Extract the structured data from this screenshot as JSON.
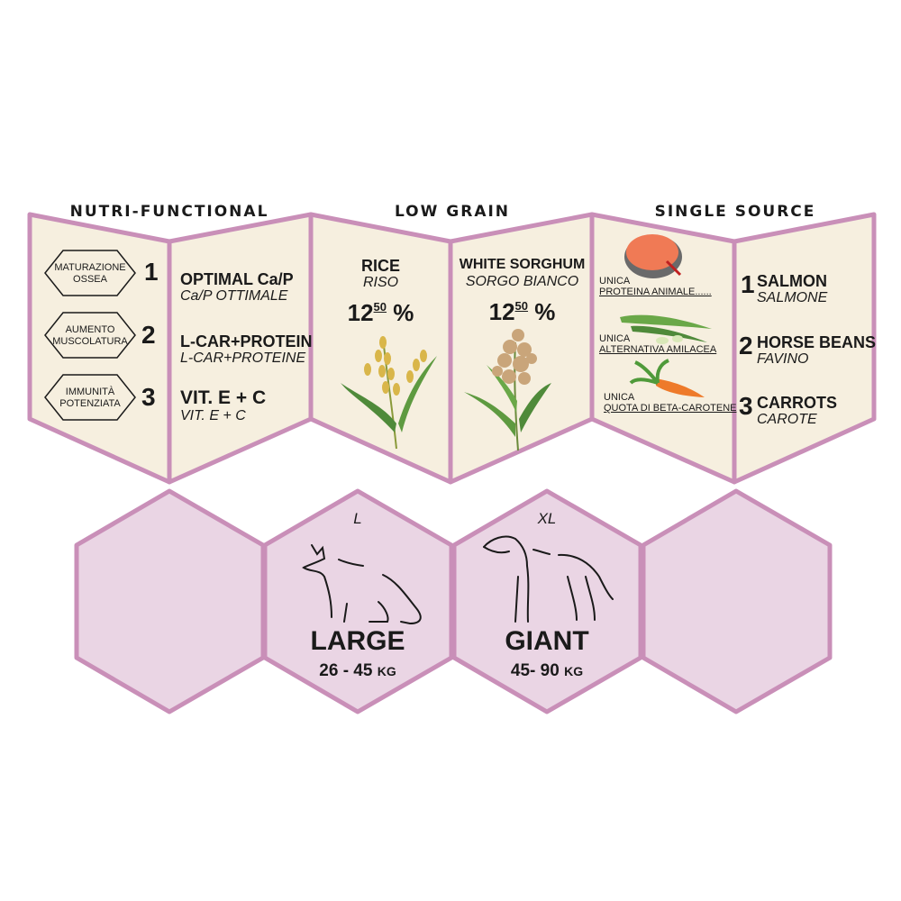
{
  "colors": {
    "border": "#c98fb8",
    "panel": "#f6efdf",
    "hex_fill": "#ead5e4"
  },
  "sections": {
    "nutri": "NUTRI-FUNCTIONAL",
    "grain": "LOW GRAIN",
    "single": "SINGLE SOURCE"
  },
  "nutri": {
    "badges": [
      {
        "label1": "MATURAZIONE",
        "label2": "OSSEA",
        "num": "1"
      },
      {
        "label1": "AUMENTO",
        "label2": "MUSCOLATURA",
        "num": "2"
      },
      {
        "label1": "IMMUNITÀ",
        "label2": "POTENZIATA",
        "num": "3"
      }
    ],
    "items": [
      {
        "en": "OPTIMAL Ca/P",
        "it": "Ca/P OTTIMALE"
      },
      {
        "en": "L-CAR+PROTEIN",
        "it": "L-CAR+PROTEINE"
      },
      {
        "en": "VIT. E + C",
        "it": "VIT. E + C"
      }
    ]
  },
  "grain": [
    {
      "en": "RICE",
      "it": "RISO",
      "int": "12",
      "dec": "50",
      "unit": "%",
      "icon": "rice-plant-icon"
    },
    {
      "en": "WHITE SORGHUM",
      "it": "SORGO BIANCO",
      "int": "12",
      "dec": "50",
      "unit": "%",
      "icon": "sorghum-plant-icon"
    }
  ],
  "single": {
    "unica": [
      {
        "l1": "UNICA",
        "l2": "PROTEINA ANIMALE......",
        "icon": "salmon-icon"
      },
      {
        "l1": "UNICA",
        "l2": "ALTERNATIVA AMILACEA",
        "icon": "beans-icon"
      },
      {
        "l1": "UNICA",
        "l2": "QUOTA DI BETA-CAROTENE",
        "icon": "carrot-icon"
      }
    ],
    "items": [
      {
        "num": "1",
        "en": "SALMON",
        "it": "SALMONE"
      },
      {
        "num": "2",
        "en": "HORSE BEANS",
        "it": "FAVINO"
      },
      {
        "num": "3",
        "en": "CARROTS",
        "it": "CAROTE"
      }
    ]
  },
  "sizes": [
    {
      "code": "L",
      "name": "LARGE",
      "range": "26 - 45",
      "unit": "KG",
      "icon": "large-dog-icon"
    },
    {
      "code": "XL",
      "name": "GIANT",
      "range": "45- 90",
      "unit": "KG",
      "icon": "giant-dog-icon"
    }
  ]
}
